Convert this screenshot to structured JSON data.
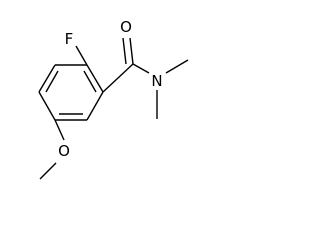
{
  "molecule": {
    "atoms": {
      "fluorine": "F",
      "carbonyl_oxygen": "O",
      "amide_nitrogen": "N",
      "ether_oxygen": "O"
    }
  }
}
